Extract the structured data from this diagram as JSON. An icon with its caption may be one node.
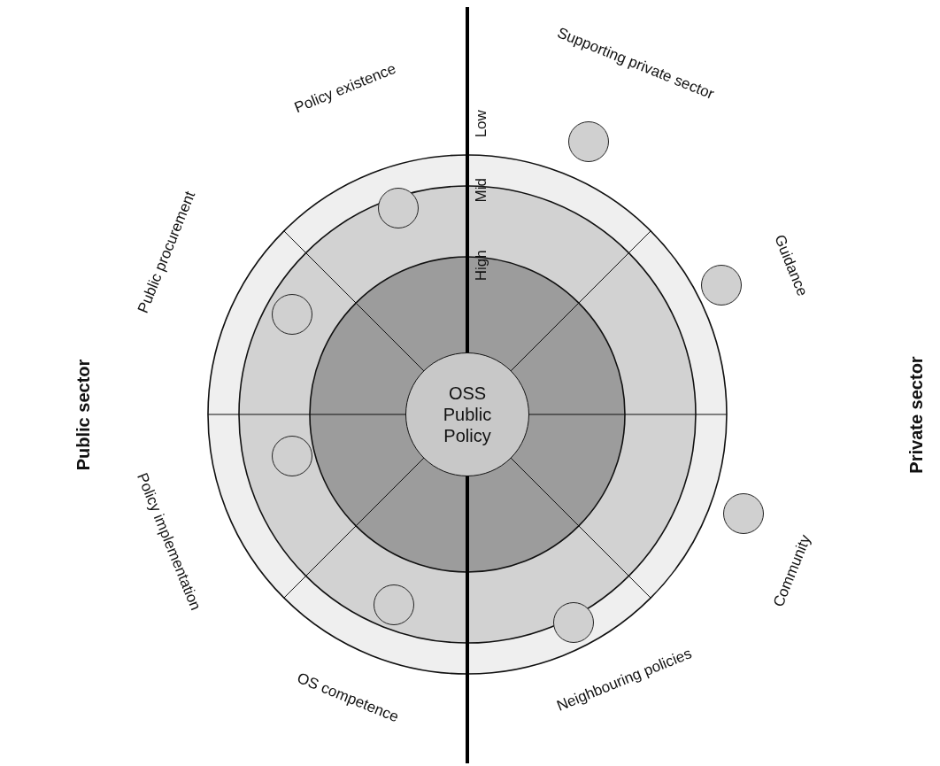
{
  "diagram": {
    "nodes": [
      {
        "text": [
          "OSS Public Policy"
        ]
      },
      {
        "text": [],
        "shape": "circle"
      },
      {
        "text": [],
        "shape": "circle"
      },
      {
        "text": [],
        "shape": "circle"
      },
      {
        "text": [],
        "shape": "circle"
      },
      {
        "text": [],
        "shape": "circle"
      },
      {
        "text": [],
        "shape": "circle"
      },
      {
        "text": [],
        "shape": "circle"
      },
      {
        "text": [],
        "shape": "circle"
      }
    ],
    "edges": [],
    "labels": [
      "Policy existence",
      "Supporting private sector",
      "Low",
      "Mid",
      "Public procurement",
      "Guidance",
      "High",
      "Public sector",
      "Private sector",
      "Policy implementation",
      "Community",
      "OS competence",
      "Neighbouring policies"
    ]
  }
}
